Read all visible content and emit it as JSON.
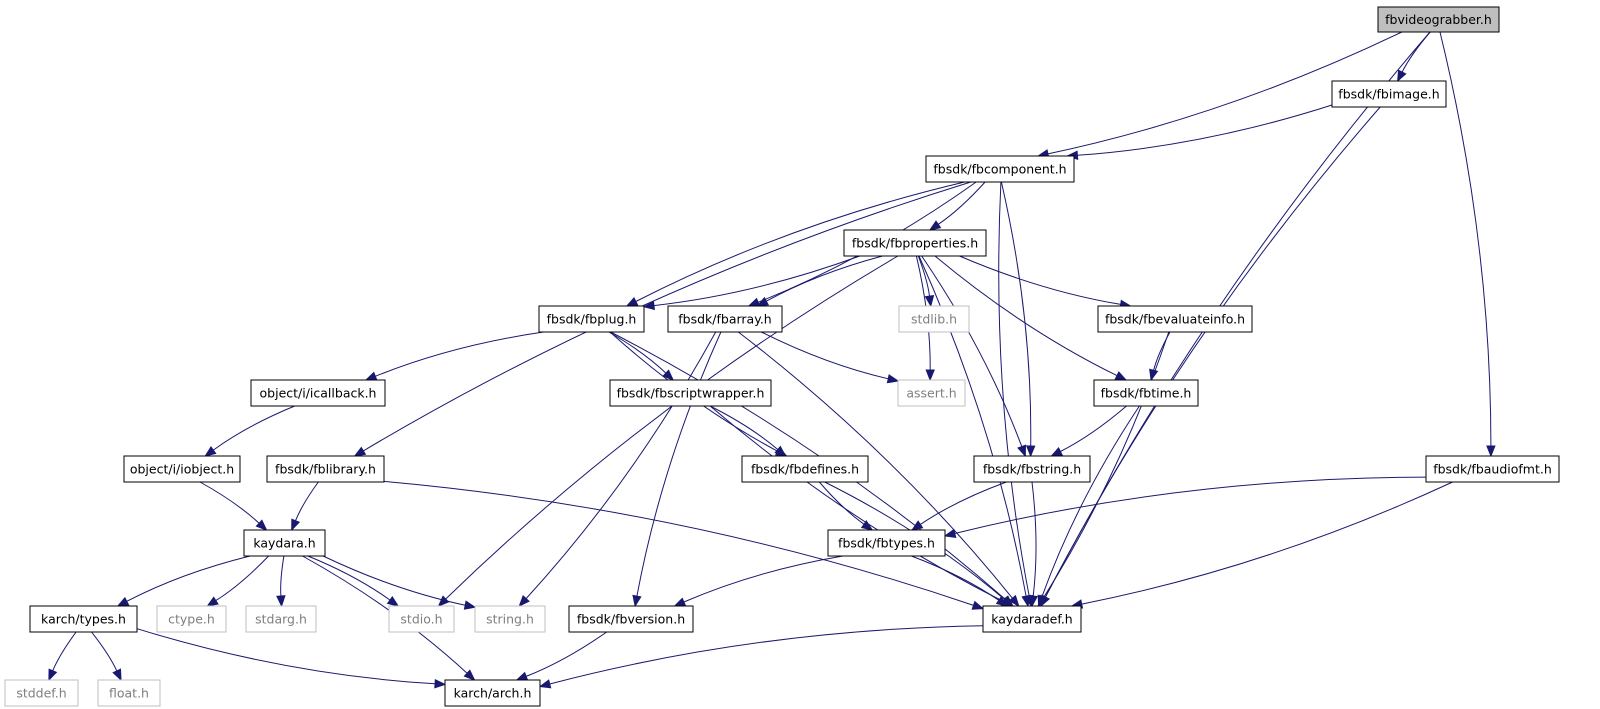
{
  "diagram": {
    "type": "include-dependency-graph",
    "nodes": [
      {
        "id": "fbvideograbber",
        "label": "fbvideograbber.h",
        "style": "root"
      },
      {
        "id": "fbimage",
        "label": "fbsdk/fbimage.h",
        "style": "normal"
      },
      {
        "id": "fbcomponent",
        "label": "fbsdk/fbcomponent.h",
        "style": "normal"
      },
      {
        "id": "fbproperties",
        "label": "fbsdk/fbproperties.h",
        "style": "normal"
      },
      {
        "id": "fbplug",
        "label": "fbsdk/fbplug.h",
        "style": "normal"
      },
      {
        "id": "fbarray",
        "label": "fbsdk/fbarray.h",
        "style": "normal"
      },
      {
        "id": "stdlib",
        "label": "stdlib.h",
        "style": "system"
      },
      {
        "id": "fbevaluateinfo",
        "label": "fbsdk/fbevaluateinfo.h",
        "style": "normal"
      },
      {
        "id": "icallback",
        "label": "object/i/icallback.h",
        "style": "normal"
      },
      {
        "id": "fbscriptwrapper",
        "label": "fbsdk/fbscriptwrapper.h",
        "style": "normal"
      },
      {
        "id": "assert",
        "label": "assert.h",
        "style": "system"
      },
      {
        "id": "fbtime",
        "label": "fbsdk/fbtime.h",
        "style": "normal"
      },
      {
        "id": "iobject",
        "label": "object/i/iobject.h",
        "style": "normal"
      },
      {
        "id": "fblibrary",
        "label": "fbsdk/fblibrary.h",
        "style": "normal"
      },
      {
        "id": "fbdefines",
        "label": "fbsdk/fbdefines.h",
        "style": "normal"
      },
      {
        "id": "fbstring",
        "label": "fbsdk/fbstring.h",
        "style": "normal"
      },
      {
        "id": "fbaudiofmt",
        "label": "fbsdk/fbaudiofmt.h",
        "style": "normal"
      },
      {
        "id": "kaydara",
        "label": "kaydara.h",
        "style": "normal"
      },
      {
        "id": "fbtypes",
        "label": "fbsdk/fbtypes.h",
        "style": "normal"
      },
      {
        "id": "karchtypes",
        "label": "karch/types.h",
        "style": "normal"
      },
      {
        "id": "ctype",
        "label": "ctype.h",
        "style": "system"
      },
      {
        "id": "stdarg",
        "label": "stdarg.h",
        "style": "system"
      },
      {
        "id": "stdio",
        "label": "stdio.h",
        "style": "system"
      },
      {
        "id": "string",
        "label": "string.h",
        "style": "system"
      },
      {
        "id": "fbversion",
        "label": "fbsdk/fbversion.h",
        "style": "normal"
      },
      {
        "id": "kaydaradef",
        "label": "kaydaradef.h",
        "style": "normal"
      },
      {
        "id": "stddef",
        "label": "stddef.h",
        "style": "system"
      },
      {
        "id": "float",
        "label": "float.h",
        "style": "system"
      },
      {
        "id": "karcharch",
        "label": "karch/arch.h",
        "style": "normal"
      }
    ],
    "edges": [
      {
        "from": "fbvideograbber",
        "to": "fbcomponent"
      },
      {
        "from": "fbvideograbber",
        "to": "fbimage"
      },
      {
        "from": "fbvideograbber",
        "to": "fbaudiofmt"
      },
      {
        "from": "fbvideograbber",
        "to": "kaydaradef"
      },
      {
        "from": "fbimage",
        "to": "fbcomponent"
      },
      {
        "from": "fbimage",
        "to": "kaydaradef"
      },
      {
        "from": "fbcomponent",
        "to": "fbproperties"
      },
      {
        "from": "fbcomponent",
        "to": "fbplug"
      },
      {
        "from": "fbcomponent",
        "to": "fbarray"
      },
      {
        "from": "fbcomponent",
        "to": "fblibrary"
      },
      {
        "from": "fbcomponent",
        "to": "fbstring"
      },
      {
        "from": "fbcomponent",
        "to": "kaydaradef"
      },
      {
        "from": "fbproperties",
        "to": "fbplug"
      },
      {
        "from": "fbproperties",
        "to": "fbarray"
      },
      {
        "from": "fbproperties",
        "to": "stdlib"
      },
      {
        "from": "fbproperties",
        "to": "fbevaluateinfo"
      },
      {
        "from": "fbproperties",
        "to": "assert"
      },
      {
        "from": "fbproperties",
        "to": "fbtime"
      },
      {
        "from": "fbproperties",
        "to": "fbstring"
      },
      {
        "from": "fbproperties",
        "to": "stdio"
      },
      {
        "from": "fbproperties",
        "to": "kaydaradef"
      },
      {
        "from": "fbplug",
        "to": "icallback"
      },
      {
        "from": "fbplug",
        "to": "fbscriptwrapper"
      },
      {
        "from": "fbplug",
        "to": "fbdefines"
      },
      {
        "from": "fbplug",
        "to": "kaydaradef"
      },
      {
        "from": "fbarray",
        "to": "assert"
      },
      {
        "from": "fbarray",
        "to": "string"
      },
      {
        "from": "fbarray",
        "to": "fbversion"
      },
      {
        "from": "fbarray",
        "to": "kaydaradef"
      },
      {
        "from": "fbevaluateinfo",
        "to": "fbtime"
      },
      {
        "from": "fbevaluateinfo",
        "to": "kaydaradef"
      },
      {
        "from": "icallback",
        "to": "iobject"
      },
      {
        "from": "fbscriptwrapper",
        "to": "fbdefines"
      },
      {
        "from": "fbscriptwrapper",
        "to": "kaydaradef"
      },
      {
        "from": "fbtime",
        "to": "fbstring"
      },
      {
        "from": "fbtime",
        "to": "kaydaradef"
      },
      {
        "from": "iobject",
        "to": "kaydara"
      },
      {
        "from": "fblibrary",
        "to": "kaydara"
      },
      {
        "from": "fblibrary",
        "to": "kaydaradef"
      },
      {
        "from": "fbdefines",
        "to": "fbtypes"
      },
      {
        "from": "fbdefines",
        "to": "kaydaradef"
      },
      {
        "from": "fbstring",
        "to": "fbtypes"
      },
      {
        "from": "fbstring",
        "to": "kaydaradef"
      },
      {
        "from": "fbaudiofmt",
        "to": "fbtypes"
      },
      {
        "from": "fbaudiofmt",
        "to": "kaydaradef"
      },
      {
        "from": "kaydara",
        "to": "karchtypes"
      },
      {
        "from": "kaydara",
        "to": "ctype"
      },
      {
        "from": "kaydara",
        "to": "stdarg"
      },
      {
        "from": "kaydara",
        "to": "stdio"
      },
      {
        "from": "kaydara",
        "to": "string"
      },
      {
        "from": "kaydara",
        "to": "karcharch"
      },
      {
        "from": "fbtypes",
        "to": "fbversion"
      },
      {
        "from": "fbtypes",
        "to": "kaydaradef"
      },
      {
        "from": "karchtypes",
        "to": "stddef"
      },
      {
        "from": "karchtypes",
        "to": "float"
      },
      {
        "from": "karchtypes",
        "to": "karcharch"
      },
      {
        "from": "fbversion",
        "to": "karcharch"
      },
      {
        "from": "kaydaradef",
        "to": "karcharch"
      }
    ],
    "colors": {
      "edge": "#191970",
      "root_fill": "#bfbfbf",
      "system_border": "#bfbfbf",
      "system_text": "#7f7f7f",
      "node_border": "#000000"
    }
  }
}
